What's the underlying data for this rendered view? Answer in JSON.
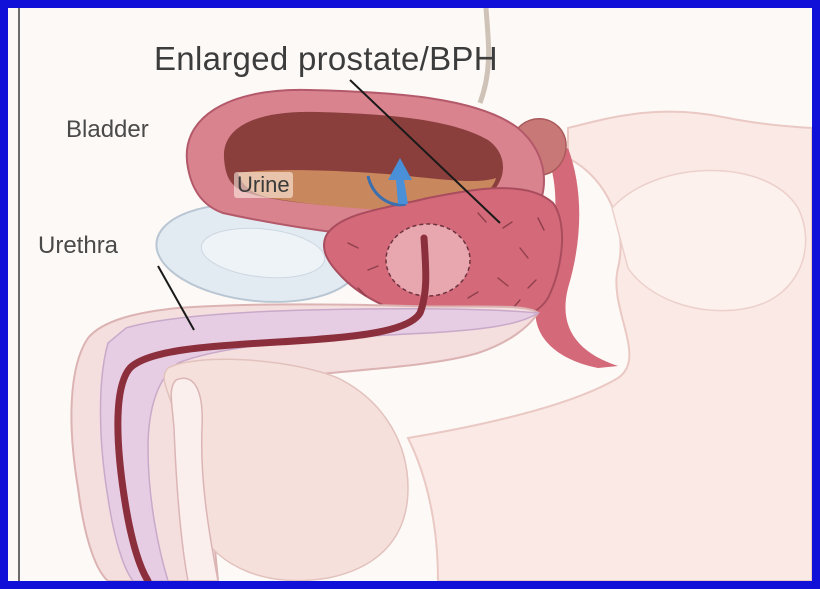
{
  "labels": {
    "title": "Enlarged prostate/BPH",
    "bladder": "Bladder",
    "urine": "Urine",
    "urethra": "Urethra"
  },
  "colors": {
    "frame_border": "#1010d8",
    "background": "#fdf9f6",
    "tissue_pink": "#d46a79",
    "skin": "#f7e1dc",
    "spongy_lavender": "#e7cfe3",
    "urine": "#c9875d",
    "bone": "#dde6ee",
    "flow_arrow": "#4a90d9"
  }
}
